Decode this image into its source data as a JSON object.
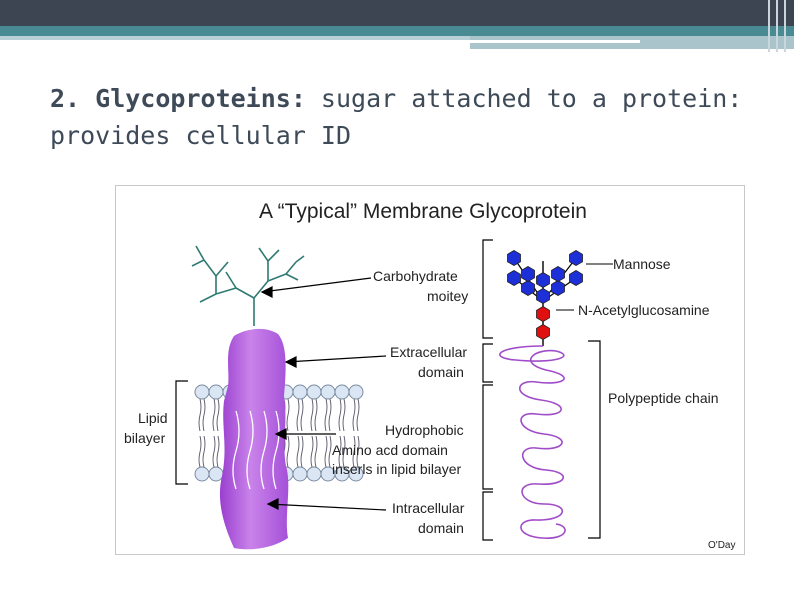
{
  "slide": {
    "title_bold": "2. Glycoproteins:",
    "title_rest": " sugar attached to a protein: provides cellular ID"
  },
  "diagram": {
    "heading": "A “Typical” Membrane Glycoprotein",
    "labels": {
      "carbohydrate_1": "Carbohydrate",
      "carbohydrate_2": "moitey",
      "extracellular_1": "Extracellular",
      "extracellular_2": "domain",
      "hydrophobic_1": "Hydrophobic",
      "hydrophobic_2": "Amino acd domain",
      "hydrophobic_3": "inserls in lipid bilayer",
      "intracellular_1": "Intracellular",
      "intracellular_2": "domain",
      "lipid_1": "Lipid",
      "lipid_2": "bilayer",
      "mannose": "Mannose",
      "nacetyl": "N-Acetylglucosamine",
      "polypeptide": "Polypeptide chain",
      "credit": "O'Day"
    },
    "colors": {
      "protein": "#b05ad8",
      "protein_light": "#d9a8ee",
      "lipid_head": "#dbe6f5",
      "mannose": "#1d2fd6",
      "nacetyl": "#e01010",
      "branch": "#2f7a72",
      "chain": "#a04cc8"
    }
  }
}
